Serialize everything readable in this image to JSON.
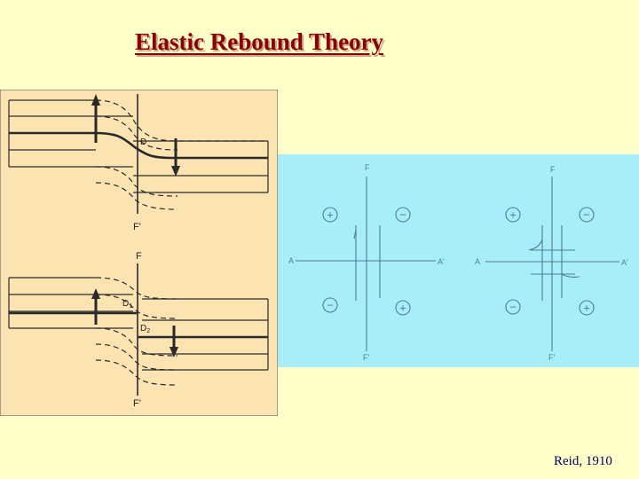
{
  "slide": {
    "title": "Elastic Rebound Theory",
    "credit": "Reid, 1910"
  },
  "left_figure": {
    "top_labels": {
      "offset": "D",
      "fault_bottom": "F'"
    },
    "bottom_labels": {
      "fault_top": "F",
      "offset1": "D",
      "offset1_sub": "1",
      "offset2": "D",
      "offset2_sub": "2",
      "fault_bottom": "F'"
    }
  },
  "right_figure": {
    "left_diagram": {
      "fault_top": "F",
      "fault_bottom": "F'",
      "a_left": "A",
      "a_right": "A'",
      "quadrants": [
        "+",
        "−",
        "−",
        "+"
      ]
    },
    "right_diagram": {
      "fault_top": "F",
      "fault_bottom": "F'",
      "a_left": "A",
      "a_right": "A'",
      "quadrants": [
        "+",
        "−",
        "−",
        "+"
      ]
    }
  },
  "colors": {
    "background": "#ffffc9",
    "title": "#8b0000",
    "left_panel": "#fbe3b2",
    "right_panel": "#a8eefa",
    "right_ink": "#4f7d93"
  }
}
